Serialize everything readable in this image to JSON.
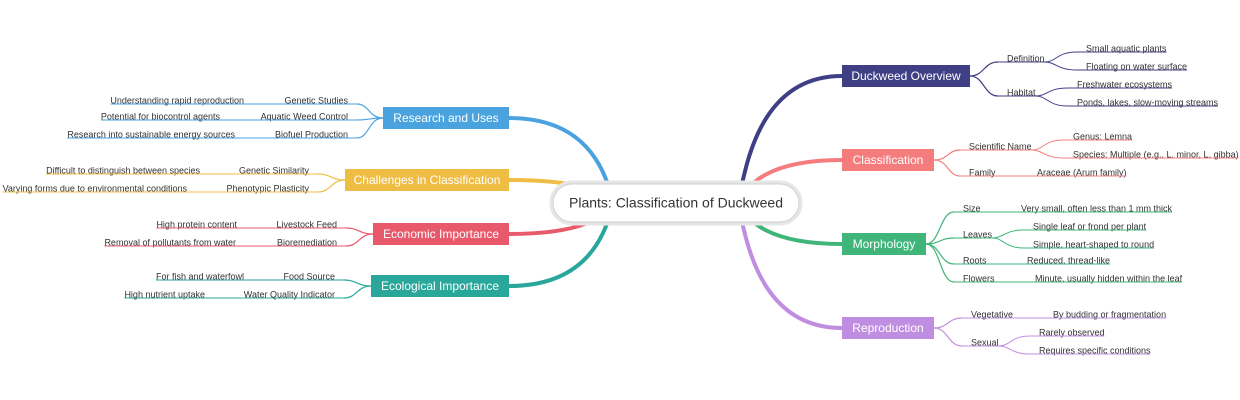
{
  "root": {
    "label": "Plants: Classification of Duckweed"
  },
  "branches": [
    {
      "label": "Duckweed Overview",
      "color": "#3f3f86",
      "children": [
        {
          "label": "Definition",
          "children": [
            {
              "label": "Small aquatic plants"
            },
            {
              "label": "Floating on water surface"
            }
          ]
        },
        {
          "label": "Habitat",
          "children": [
            {
              "label": "Freshwater ecosystems"
            },
            {
              "label": "Ponds, lakes, slow-moving streams"
            }
          ]
        }
      ]
    },
    {
      "label": "Classification",
      "color": "#f47c7c",
      "children": [
        {
          "label": "Scientific Name",
          "children": [
            {
              "label": "Genus: Lemna"
            },
            {
              "label": "Species: Multiple (e.g., L. minor, L. gibba)"
            }
          ]
        },
        {
          "label": "Family",
          "children": [
            {
              "label": "Araceae (Arum family)"
            }
          ]
        }
      ]
    },
    {
      "label": "Morphology",
      "color": "#3fb57a",
      "children": [
        {
          "label": "Size",
          "children": [
            {
              "label": "Very small, often less than 1 mm thick"
            }
          ]
        },
        {
          "label": "Leaves",
          "children": [
            {
              "label": "Single leaf or frond per plant"
            },
            {
              "label": "Simple, heart-shaped to round"
            }
          ]
        },
        {
          "label": "Roots",
          "children": [
            {
              "label": "Reduced, thread-like"
            }
          ]
        },
        {
          "label": "Flowers",
          "children": [
            {
              "label": "Minute, usually hidden within the leaf"
            }
          ]
        }
      ]
    },
    {
      "label": "Reproduction",
      "color": "#c08ee0",
      "children": [
        {
          "label": "Vegetative",
          "children": [
            {
              "label": "By budding or fragmentation"
            }
          ]
        },
        {
          "label": "Sexual",
          "children": [
            {
              "label": "Rarely observed"
            },
            {
              "label": "Requires specific conditions"
            }
          ]
        }
      ]
    },
    {
      "label": "Research and Uses",
      "color": "#4aa3df",
      "children": [
        {
          "label": "Genetic Studies",
          "children": [
            {
              "label": "Understanding rapid reproduction"
            }
          ]
        },
        {
          "label": "Aquatic Weed Control",
          "children": [
            {
              "label": "Potential for biocontrol agents"
            }
          ]
        },
        {
          "label": "Biofuel Production",
          "children": [
            {
              "label": "Research into sustainable energy sources"
            }
          ]
        }
      ]
    },
    {
      "label": "Challenges in Classification",
      "color": "#f0bd44",
      "children": [
        {
          "label": "Genetic Similarity",
          "children": [
            {
              "label": "Difficult to distinguish between species"
            }
          ]
        },
        {
          "label": "Phenotypic Plasticity",
          "children": [
            {
              "label": "Varying forms due to environmental conditions"
            }
          ]
        }
      ]
    },
    {
      "label": "Economic Importance",
      "color": "#e85a6b",
      "children": [
        {
          "label": "Livestock Feed",
          "children": [
            {
              "label": "High protein content"
            }
          ]
        },
        {
          "label": "Bioremediation",
          "children": [
            {
              "label": "Removal of pollutants from water"
            }
          ]
        }
      ]
    },
    {
      "label": "Ecological Importance",
      "color": "#2aa79b",
      "children": [
        {
          "label": "Food Source",
          "children": [
            {
              "label": "For fish and waterfowl"
            }
          ]
        },
        {
          "label": "Water Quality Indicator",
          "children": [
            {
              "label": "High nutrient uptake"
            }
          ]
        }
      ]
    }
  ]
}
